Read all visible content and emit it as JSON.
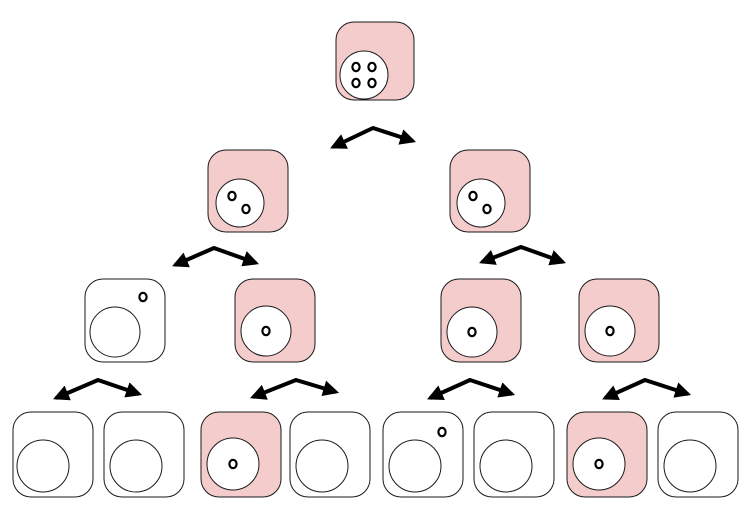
{
  "colors": {
    "filled_cell": "#f4cccc",
    "empty_cell": "#ffffff",
    "outline": "#1a1a1a",
    "nucleus_fill": "#ffffff",
    "arrow": "#000000"
  },
  "tree": {
    "levels": 4,
    "levels_content": [
      {
        "level": 1,
        "cells": [
          {
            "id": "cell-1",
            "filled": true,
            "dots_inside_nucleus": 4,
            "dots_outside_nucleus": 0
          }
        ]
      },
      {
        "level": 2,
        "cells": [
          {
            "id": "cell-2a",
            "filled": true,
            "dots_inside_nucleus": 2,
            "dots_outside_nucleus": 0
          },
          {
            "id": "cell-2b",
            "filled": true,
            "dots_inside_nucleus": 2,
            "dots_outside_nucleus": 0
          }
        ]
      },
      {
        "level": 3,
        "cells": [
          {
            "id": "cell-3a",
            "filled": false,
            "dots_inside_nucleus": 0,
            "dots_outside_nucleus": 1
          },
          {
            "id": "cell-3b",
            "filled": true,
            "dots_inside_nucleus": 1,
            "dots_outside_nucleus": 0
          },
          {
            "id": "cell-3c",
            "filled": true,
            "dots_inside_nucleus": 1,
            "dots_outside_nucleus": 0
          },
          {
            "id": "cell-3d",
            "filled": true,
            "dots_inside_nucleus": 1,
            "dots_outside_nucleus": 0
          }
        ]
      },
      {
        "level": 4,
        "cells": [
          {
            "id": "cell-4a",
            "filled": false,
            "dots_inside_nucleus": 0,
            "dots_outside_nucleus": 0
          },
          {
            "id": "cell-4b",
            "filled": false,
            "dots_inside_nucleus": 0,
            "dots_outside_nucleus": 0
          },
          {
            "id": "cell-4c",
            "filled": true,
            "dots_inside_nucleus": 1,
            "dots_outside_nucleus": 0
          },
          {
            "id": "cell-4d",
            "filled": false,
            "dots_inside_nucleus": 0,
            "dots_outside_nucleus": 0
          },
          {
            "id": "cell-4e",
            "filled": false,
            "dots_inside_nucleus": 0,
            "dots_outside_nucleus": 1
          },
          {
            "id": "cell-4f",
            "filled": false,
            "dots_inside_nucleus": 0,
            "dots_outside_nucleus": 0
          },
          {
            "id": "cell-4g",
            "filled": true,
            "dots_inside_nucleus": 1,
            "dots_outside_nucleus": 0
          },
          {
            "id": "cell-4h",
            "filled": false,
            "dots_inside_nucleus": 0,
            "dots_outside_nucleus": 0
          }
        ]
      }
    ],
    "division_arrows": [
      {
        "id": "arrow-1",
        "from": "cell-1",
        "to": [
          "cell-2a",
          "cell-2b"
        ]
      },
      {
        "id": "arrow-2a",
        "from": "cell-2a",
        "to": [
          "cell-3a",
          "cell-3b"
        ]
      },
      {
        "id": "arrow-2b",
        "from": "cell-2b",
        "to": [
          "cell-3c",
          "cell-3d"
        ]
      },
      {
        "id": "arrow-3a",
        "from": "cell-3a",
        "to": [
          "cell-4a",
          "cell-4b"
        ]
      },
      {
        "id": "arrow-3b",
        "from": "cell-3b",
        "to": [
          "cell-4c",
          "cell-4d"
        ]
      },
      {
        "id": "arrow-3c",
        "from": "cell-3c",
        "to": [
          "cell-4e",
          "cell-4f"
        ]
      },
      {
        "id": "arrow-3d",
        "from": "cell-3d",
        "to": [
          "cell-4g",
          "cell-4h"
        ]
      }
    ]
  }
}
